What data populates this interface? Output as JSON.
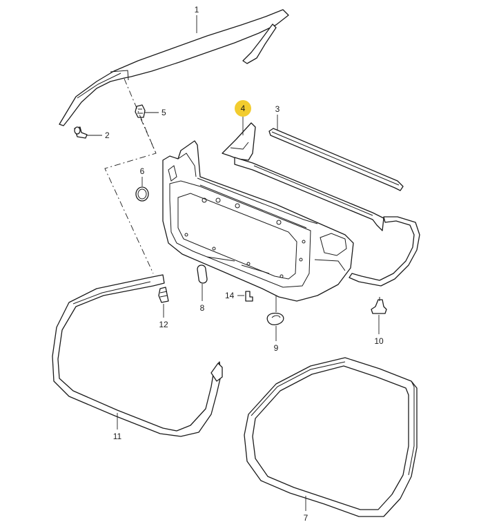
{
  "callouts": {
    "p1": "1",
    "p2": "2",
    "p3": "3",
    "p4": "4",
    "p5": "5",
    "p6": "6",
    "p7": "7",
    "p8": "8",
    "p9": "9",
    "p10": "10",
    "p11": "11",
    "p12": "12",
    "p14": "14"
  },
  "highlight": {
    "part": "4",
    "color": "#f2cc2f"
  },
  "colors": {
    "line": "#1a1a1a",
    "background": "#ffffff"
  }
}
